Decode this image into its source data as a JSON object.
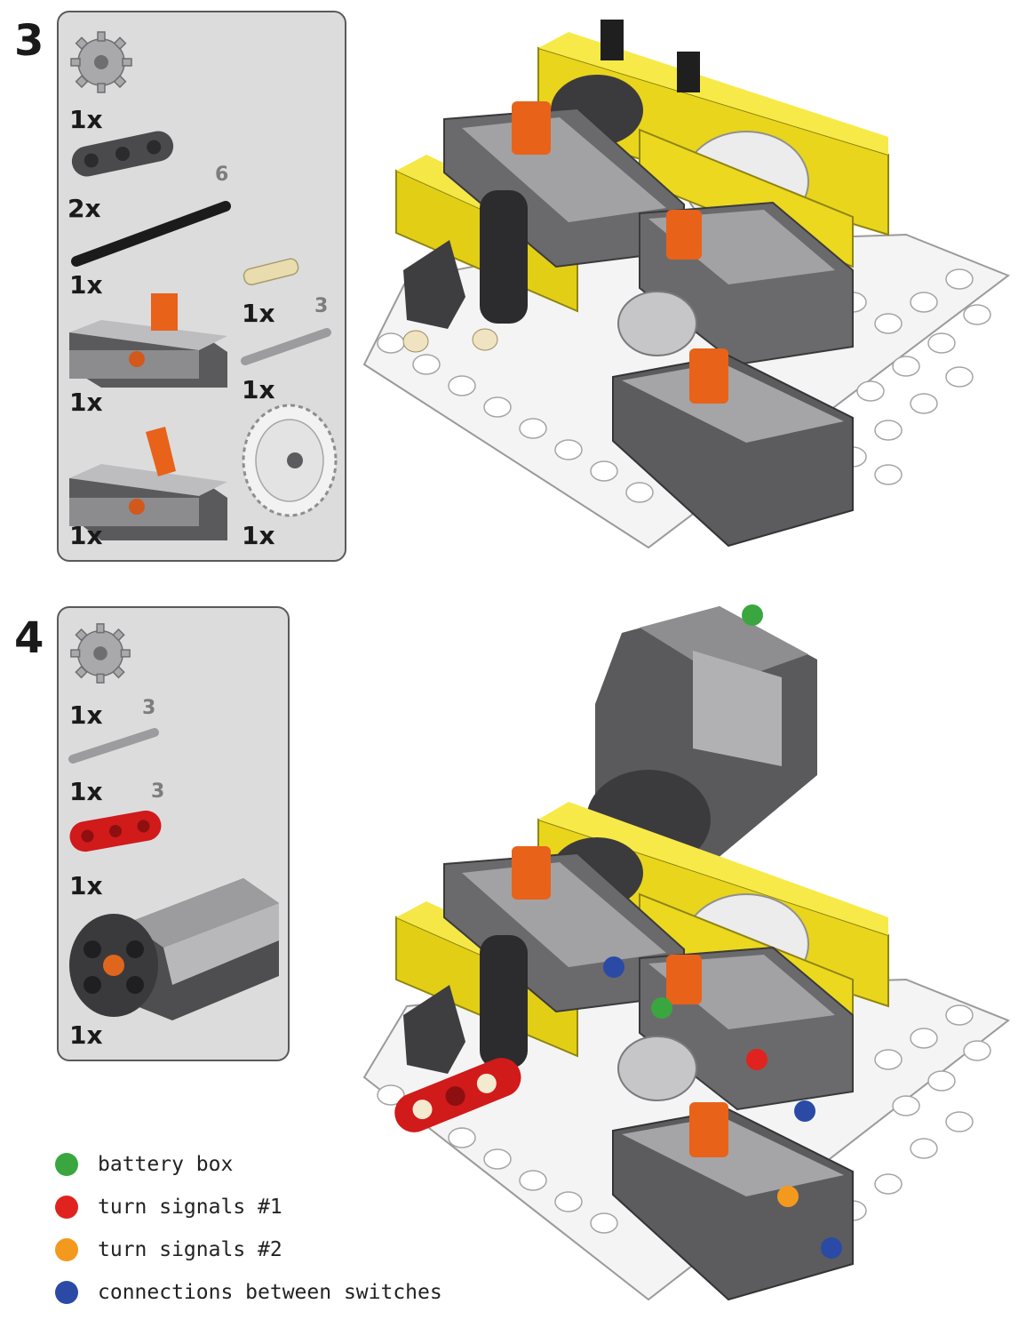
{
  "steps": [
    {
      "number": "3",
      "parts": [
        {
          "qty": "1x"
        },
        {
          "qty": "2x"
        },
        {
          "qty": "1x",
          "length": "6"
        },
        {
          "qty": "1x"
        },
        {
          "qty": "1x",
          "length": "3"
        },
        {
          "qty": "1x"
        },
        {
          "qty": "1x"
        },
        {
          "qty": "1x"
        }
      ]
    },
    {
      "number": "4",
      "parts": [
        {
          "qty": "1x"
        },
        {
          "qty": "1x",
          "length": "3"
        },
        {
          "qty": "1x",
          "length": "3"
        },
        {
          "qty": "1x"
        }
      ]
    }
  ],
  "legend": [
    {
      "label": "battery box",
      "color": "#3aa640"
    },
    {
      "label": "turn signals #1",
      "color": "#e0231f"
    },
    {
      "label": "turn signals #2",
      "color": "#f39a1e"
    },
    {
      "label": "connections between switches",
      "color": "#2a4aa6"
    }
  ],
  "colors": {
    "yellow_brick": "#f2e21c",
    "dark_gray": "#505052",
    "light_gray": "#9b9b9e",
    "orange": "#e85f12",
    "red_beam": "#d11a1a",
    "plate": "#f4f4f4"
  }
}
